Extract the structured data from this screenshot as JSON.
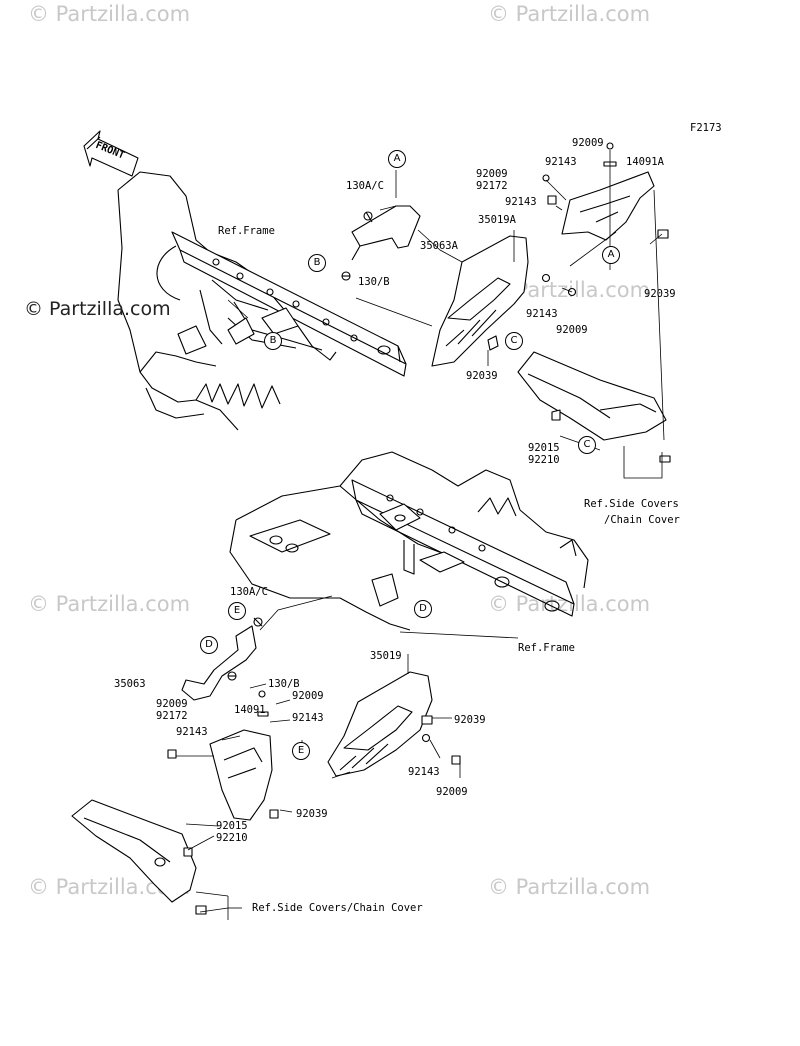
{
  "figure_id": "F2173",
  "front_label": "FRONT",
  "watermark_main": "© Partzilla.com",
  "watermark": "© Partzilla.com",
  "callouts": {
    "a": "A",
    "b": "B",
    "c": "C",
    "d": "D",
    "e": "E"
  },
  "upper": {
    "p92009_top": "92009",
    "p92143_top": "92143",
    "p14091A": "14091A",
    "p92009_92172_a": "92009",
    "p92009_92172_b": "92172",
    "p92143_mid": "92143",
    "p130AC": "130A/C",
    "ref_frame": "Ref.Frame",
    "p35063A": "35063A",
    "p35019A": "35019A",
    "p130B": "130/B",
    "p92039_right": "92039",
    "p92143_low": "92143",
    "p92009_low": "92009",
    "p92039_left": "92039",
    "p92015": "92015",
    "p92210": "92210",
    "ref_side_1": "Ref.Side Covers",
    "ref_side_2": "/Chain Cover"
  },
  "lower": {
    "p130AC": "130A/C",
    "ref_frame": "Ref.Frame",
    "p35019": "35019",
    "p35063": "35063",
    "p130B": "130/B",
    "p92009_a": "92009",
    "p92009_92172_a": "92009",
    "p92009_92172_b": "92172",
    "p14091": "14091",
    "p92143_a": "92143",
    "p92143_b": "92143",
    "p92039_a": "92039",
    "p92143_c": "92143",
    "p92009_c": "92009",
    "p92039_b": "92039",
    "p92015": "92015",
    "p92210": "92210",
    "ref_side": "Ref.Side Covers/Chain Cover"
  }
}
